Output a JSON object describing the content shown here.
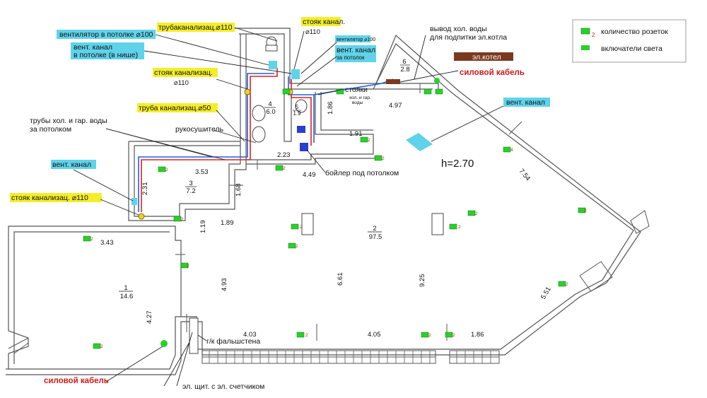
{
  "legend": {
    "outlets_label": "количество розеток",
    "outlets_count": "2",
    "switches_label": "включатели света"
  },
  "callouts": {
    "ventilator_ceiling": "вентилятор в потолке ⌀100",
    "vent_channel_niche_1": "вент. канал",
    "vent_channel_niche_2": "в потолке (в нише)",
    "pipe_sewer_110_top": "трубаканализац.⌀110",
    "riser_sewer_top": "стояк канал.",
    "riser_sewer_top_d": "⌀110",
    "ventilator_small": "вентилятор ⌀100",
    "vent_channel_riser_1": "вент. канал",
    "vent_channel_riser_2": "за потолок",
    "riser_sewer_mid": "стояк канализац.",
    "riser_sewer_mid_d": "⌀110",
    "pipe_sewer_50": "труба канализац.⌀50",
    "cold_water_outlet_1": "вывод хол. воды",
    "cold_water_outlet_2": "для подпитки эл.котла",
    "el_boiler": "эл.котел",
    "power_cable_top": "силовой кабель",
    "risers": "стояки",
    "risers_sub_1": "хол. и гар.",
    "risers_sub_2": "воды",
    "vent_channel_right": "вент. канал",
    "pipes_water_1": "трубы хол. и гар. воды",
    "pipes_water_2": "за потолком",
    "towel_dryer": "рукосушитель",
    "boiler_ceiling": "бойлер под потолком",
    "vent_channel_left": "вент. канал",
    "riser_sewer_left": "стояк канализац. ⌀110",
    "gk_wall": "г/к фальшстена",
    "power_cable_bottom": "силовой кабель",
    "el_panel": "эл. щит. с эл. счетчиком",
    "height": "h=2.70"
  },
  "rooms": [
    {
      "num": "6",
      "area": "2.8"
    },
    {
      "num": "4",
      "area": "6.0"
    },
    {
      "num": "5",
      "area": "1.9"
    },
    {
      "num": "3",
      "area": "7.2"
    },
    {
      "num": "2",
      "area": "97.5"
    },
    {
      "num": "1",
      "area": "14.6"
    }
  ],
  "dimensions": {
    "d_497": "4.97",
    "d_186a": "1.86",
    "d_191": "1.91",
    "d_223": "2.23",
    "d_449": "4.49",
    "d_754": "7.54",
    "d_353": "3.53",
    "d_231": "2.31",
    "d_168": "1.68",
    "d_119": "1.19",
    "d_189": "1.89",
    "d_343": "3.43",
    "d_493": "4.93",
    "d_661": "6.61",
    "d_925": "9.25",
    "d_551": "5.51",
    "d_427": "4.27",
    "d_403": "4.03",
    "d_405": "4.05",
    "d_186b": "1.86"
  },
  "outlet_counts": {
    "o1": "2",
    "o2": "2",
    "o3": "2",
    "o4": "2",
    "o5": "2",
    "o6": "2",
    "o7": "2",
    "o8": "2",
    "o9": "2",
    "o10": "2",
    "o11": "4",
    "o12": "2",
    "o13": "2",
    "o14": "2",
    "o15": "2",
    "o16": "2",
    "o17": "2",
    "o18": "2"
  },
  "colors": {
    "wall": "#6b6b6b",
    "outlet": "#28d12a",
    "highlight_yellow": "#f4ee2a",
    "highlight_cyan": "#5fd3ea",
    "hot_pipe": "#e02020",
    "cold_pipe": "#2060e0",
    "power_cable": "#d11a1a"
  }
}
